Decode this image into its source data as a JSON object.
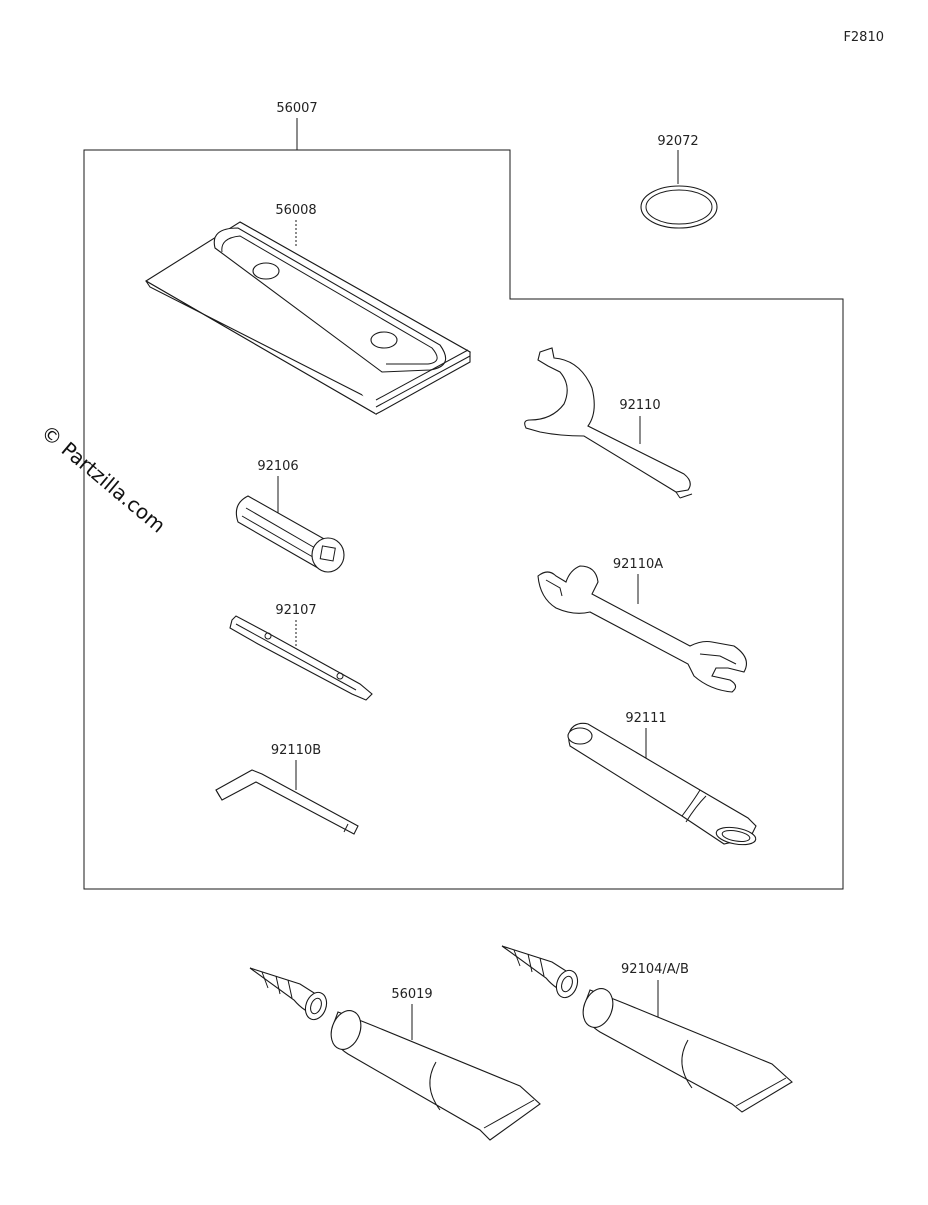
{
  "diagram": {
    "figure_code": "F2810",
    "watermark": "© Partzilla.com",
    "parts": {
      "kit_assembly": "56007",
      "tool_bag": "56008",
      "o_ring": "92072",
      "pin_spanner": "92110",
      "plug_socket": "92106",
      "screwdriver": "92107",
      "open_wrench": "92110A",
      "hex_key": "92110B",
      "extension_bar": "92111",
      "grease_tube_1": "56019",
      "grease_tube_2": "92104/A/B"
    }
  }
}
